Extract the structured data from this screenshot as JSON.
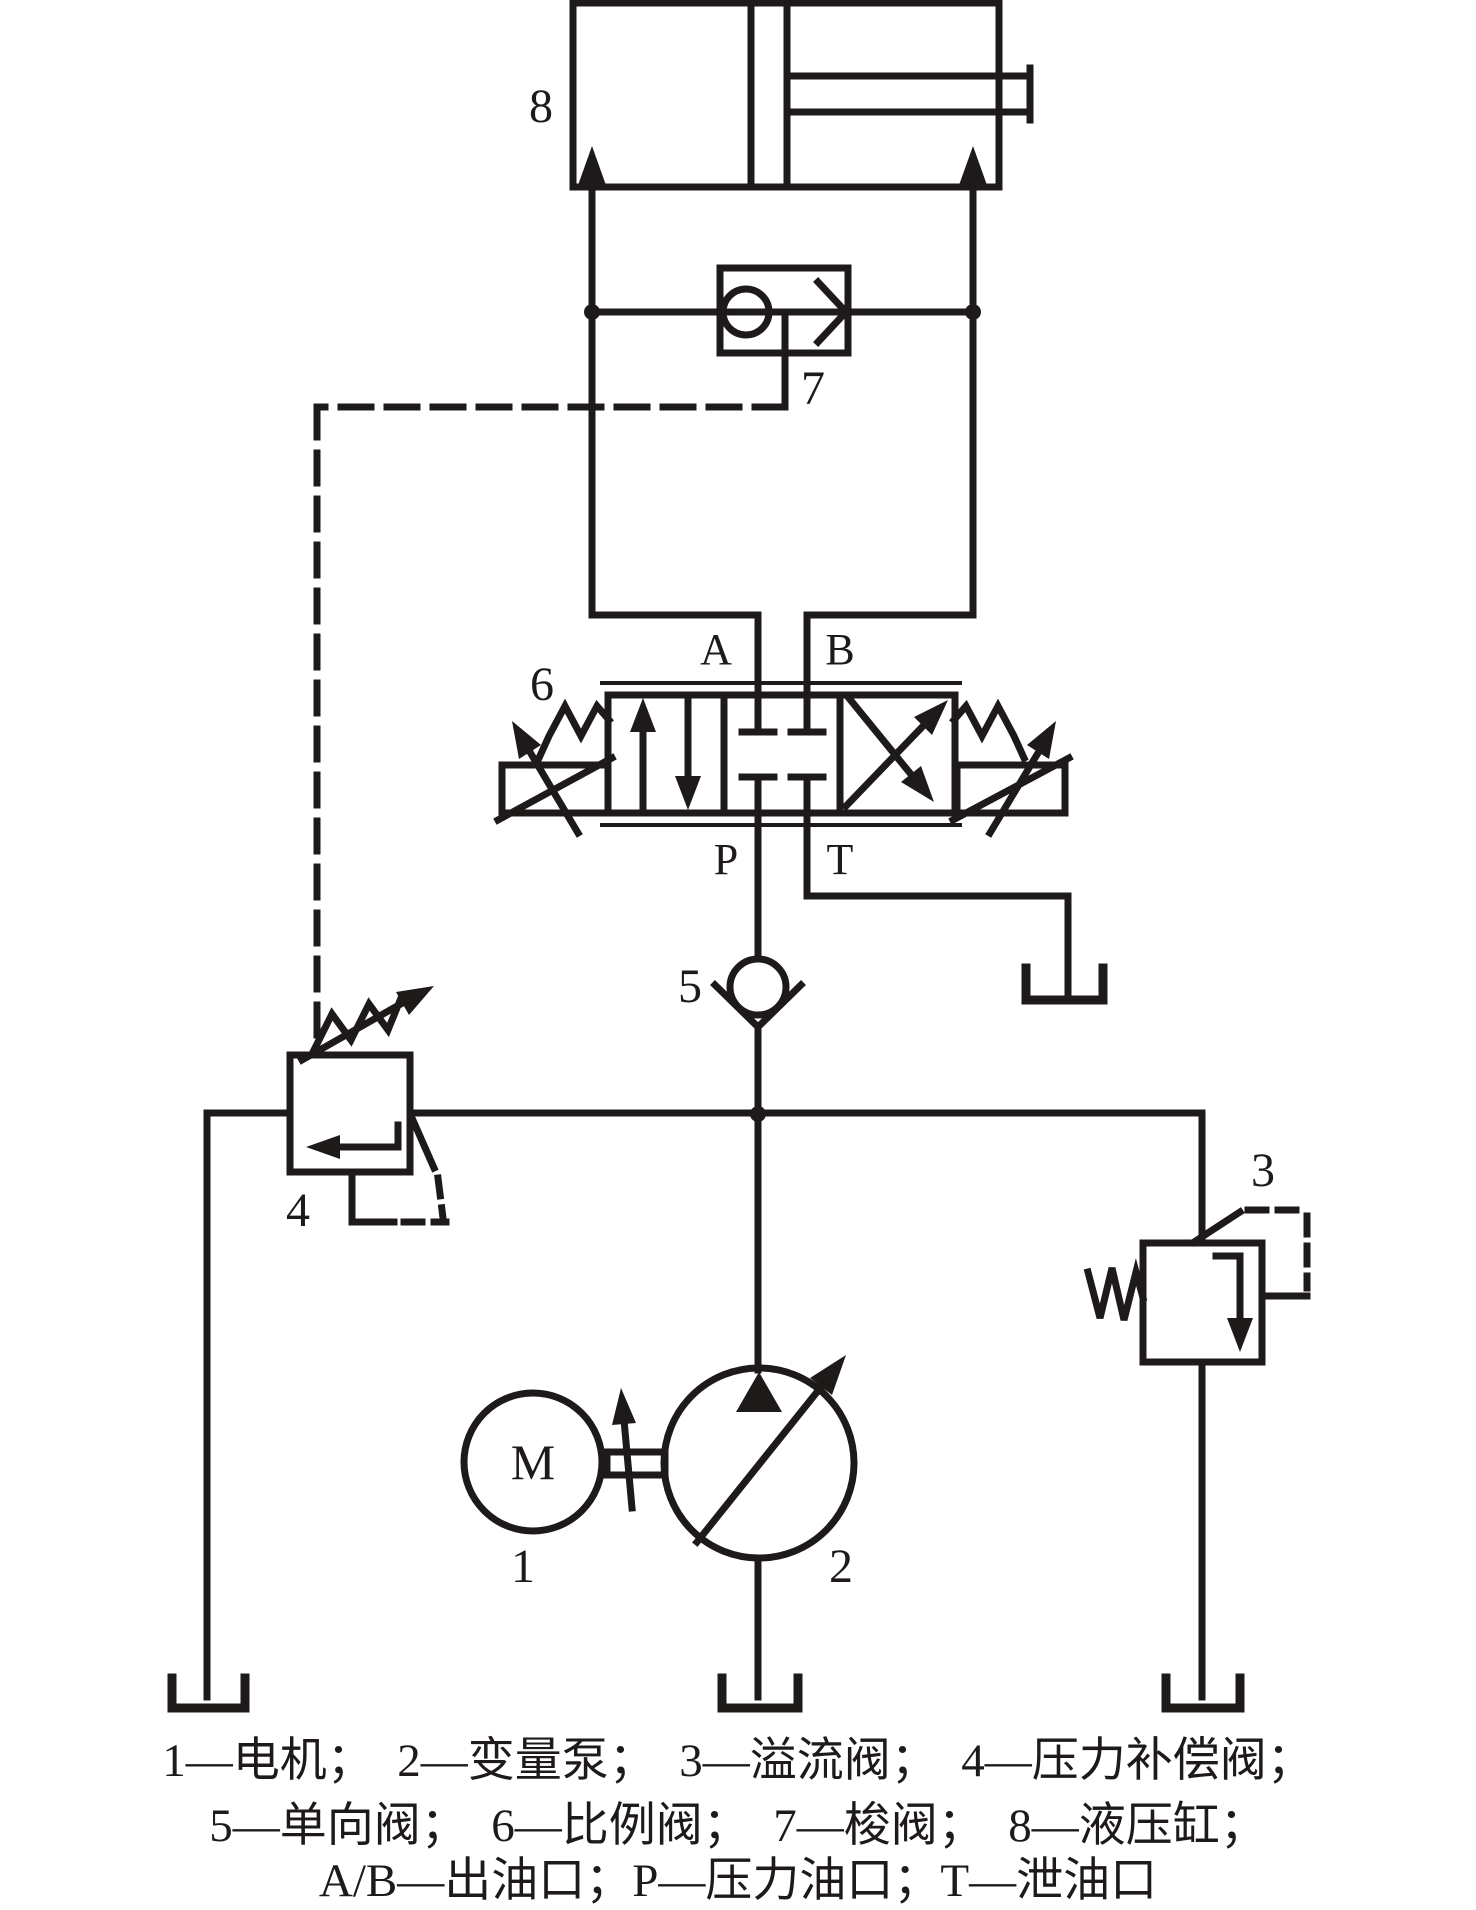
{
  "title": "hydraulic-proportional-valve-circuit-diagram",
  "colors": {
    "line": "#1e1a19",
    "background": "#ffffff"
  },
  "labels": {
    "motor_m": "M",
    "motor": "1",
    "pump": "2",
    "relief_valve": "3",
    "comp_valve": "4",
    "check_valve": "5",
    "prop_valve": "6",
    "shuttle_valve": "7",
    "cylinder": "8",
    "port_a": "A",
    "port_b": "B",
    "port_p": "P",
    "port_t": "T"
  },
  "legend": {
    "line1": "1—电机；　2—变量泵；　3—溢流阀；　4—压力补偿阀；",
    "line2": "5—单向阀；　6—比例阀；　7—梭阀；　8—液压缸；",
    "line3": "A/B—出油口；P—压力油口；T—泄油口"
  }
}
